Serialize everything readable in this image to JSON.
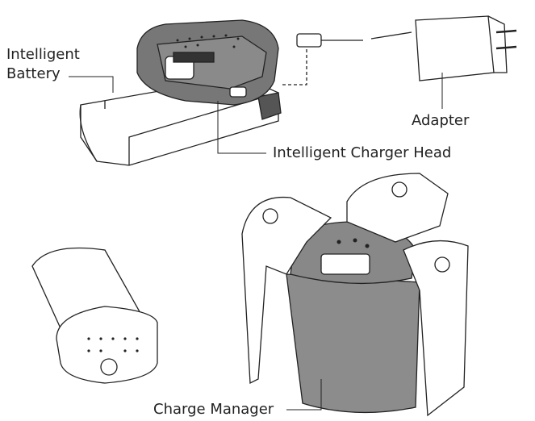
{
  "labels": {
    "intelligent_battery_line1": "Intelligent",
    "intelligent_battery_line2": "Battery",
    "adapter": "Adapter",
    "intelligent_charger_head": "Intelligent Charger Head",
    "charge_manager": "Charge Manager"
  }
}
